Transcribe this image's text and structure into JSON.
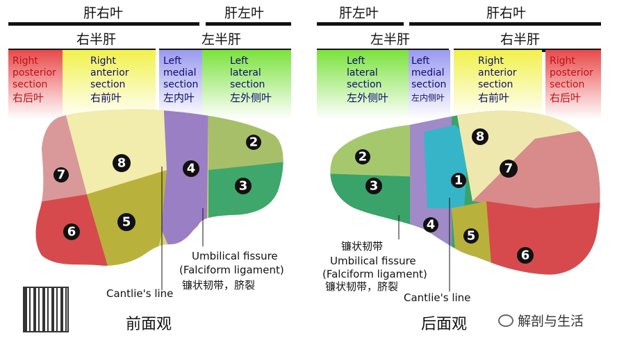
{
  "left": {
    "top_labels": [
      "肝右叶",
      "肝左叶"
    ],
    "half_labels": [
      "右半肝",
      "左半肝"
    ],
    "sections": [
      {
        "en": [
          "Right",
          "posterior",
          "section"
        ],
        "cn": "右后叶",
        "color": "#e84a4a"
      },
      {
        "en": [
          "Right",
          "anterior",
          "section"
        ],
        "cn": "右前叶",
        "color": "#f1f14c"
      },
      {
        "en": [
          "Left",
          "medial",
          "section"
        ],
        "cn": "左内叶",
        "color": "#9a9af0"
      },
      {
        "en": [
          "Left",
          "lateral",
          "section"
        ],
        "cn": "左外侧叶",
        "color": "#7be23d"
      }
    ],
    "segments": [
      "8",
      "7",
      "4",
      "2",
      "3",
      "6",
      "5"
    ],
    "annotations": {
      "cantlie": "Cantlie's line",
      "umbilical": "Umbilical fissure",
      "falciform": "(Falciform ligament)",
      "falciform_cn": "镰状韧带，脐裂"
    },
    "view_title": "前面观"
  },
  "right": {
    "top_labels": [
      "肝左叶",
      "肝右叶"
    ],
    "half_labels": [
      "左半肝",
      "右半肝"
    ],
    "sections": [
      {
        "en": [
          "Left",
          "lateral",
          "section"
        ],
        "cn": "左外侧叶",
        "color": "#7be23d"
      },
      {
        "en": [
          "Left",
          "medial",
          "section"
        ],
        "cn": "左内侧叶",
        "color": "#9a9af0"
      },
      {
        "en": [
          "Right",
          "anterior",
          "section"
        ],
        "cn": "右前叶",
        "color": "#f1f14c"
      },
      {
        "en": [
          "Right",
          "posterior",
          "section"
        ],
        "cn": "右后叶",
        "color": "#e84a4a"
      }
    ],
    "segments": [
      "2",
      "3",
      "1",
      "8",
      "7",
      "4",
      "5",
      "6"
    ],
    "annotations": {
      "ligament_cn": "镰状韧带",
      "umbilical": "Umbilical fissure",
      "falciform": "(Falciform ligament)",
      "falciform_cn": "镰状韧带，脐裂",
      "cantlie": "Cantlie's line"
    },
    "view_title": "后面观"
  },
  "watermark": "解剖与生活",
  "brand": "解剖与生活"
}
